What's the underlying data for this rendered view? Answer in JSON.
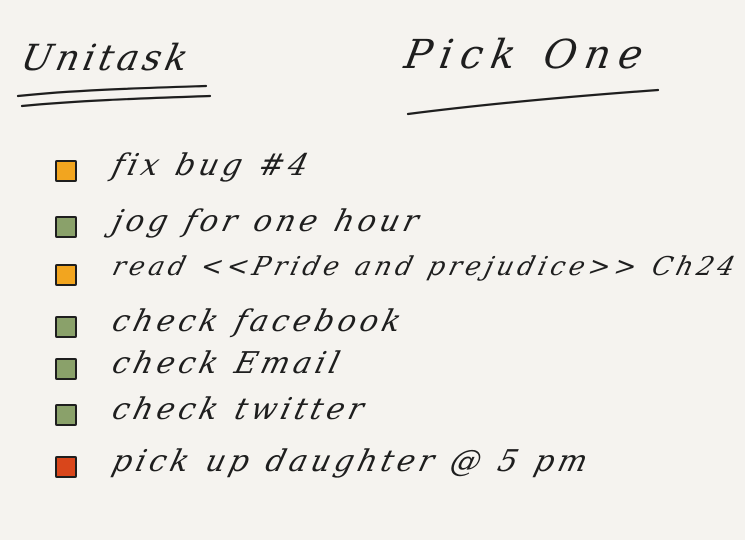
{
  "header": {
    "left_title": "Unitask",
    "right_title": "Pick One"
  },
  "tasks": [
    {
      "label": "fix bug #4",
      "color": "#f2a51f"
    },
    {
      "label": "jog for one hour",
      "color": "#8aa16a"
    },
    {
      "label": "read <<Pride and prejudice>> Ch24",
      "color": "#f2a51f"
    },
    {
      "label": "check facebook",
      "color": "#8aa16a"
    },
    {
      "label": "check Email",
      "color": "#8aa16a"
    },
    {
      "label": "check twitter",
      "color": "#8aa16a"
    },
    {
      "label": "pick up daughter @ 5 pm",
      "color": "#d9461b"
    }
  ]
}
